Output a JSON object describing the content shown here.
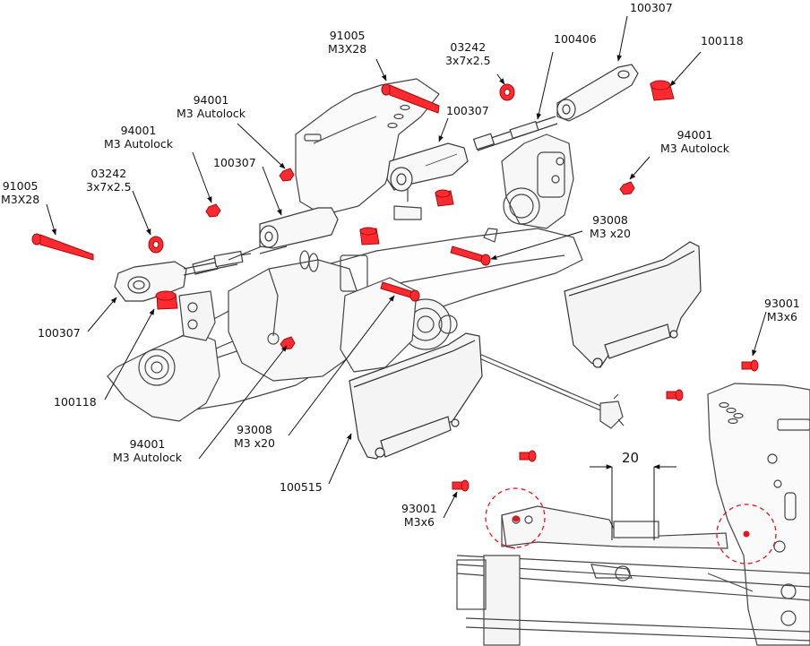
{
  "colors": {
    "line": "#3a3a3a",
    "light": "#9a9a9a",
    "red": "#e8141c",
    "red_dark": "#a30d12"
  },
  "labels": {
    "p91005_top": {
      "num": "91005",
      "desc": "M3X28"
    },
    "p91005_left": {
      "num": "91005",
      "desc": "M3X28"
    },
    "p03242_top": {
      "num": "03242",
      "desc": "3x7x2.5"
    },
    "p03242_left": {
      "num": "03242",
      "desc": "3x7x2.5"
    },
    "p94001_a": {
      "num": "94001",
      "desc": "M3 Autolock"
    },
    "p94001_b": {
      "num": "94001",
      "desc": "M3 Autolock"
    },
    "p94001_c": {
      "num": "94001",
      "desc": "M3 Autolock"
    },
    "p94001_d": {
      "num": "94001",
      "desc": "M3 Autolock"
    },
    "p100307_top": {
      "num": "100307"
    },
    "p100307_mid": {
      "num": "100307"
    },
    "p100307_left": {
      "num": "100307"
    },
    "p100307_bottom": {
      "num": "100307"
    },
    "p100406": {
      "num": "100406"
    },
    "p100118_top": {
      "num": "100118"
    },
    "p100118_left": {
      "num": "100118"
    },
    "p93008_a": {
      "num": "93008",
      "desc": "M3 x20"
    },
    "p93008_b": {
      "num": "93008",
      "desc": "M3 x20"
    },
    "p93001_a": {
      "num": "93001",
      "desc": "M3x6"
    },
    "p93001_b": {
      "num": "93001",
      "desc": "M3x6"
    },
    "p100515": {
      "num": "100515"
    }
  },
  "dimension": {
    "value": "20"
  }
}
